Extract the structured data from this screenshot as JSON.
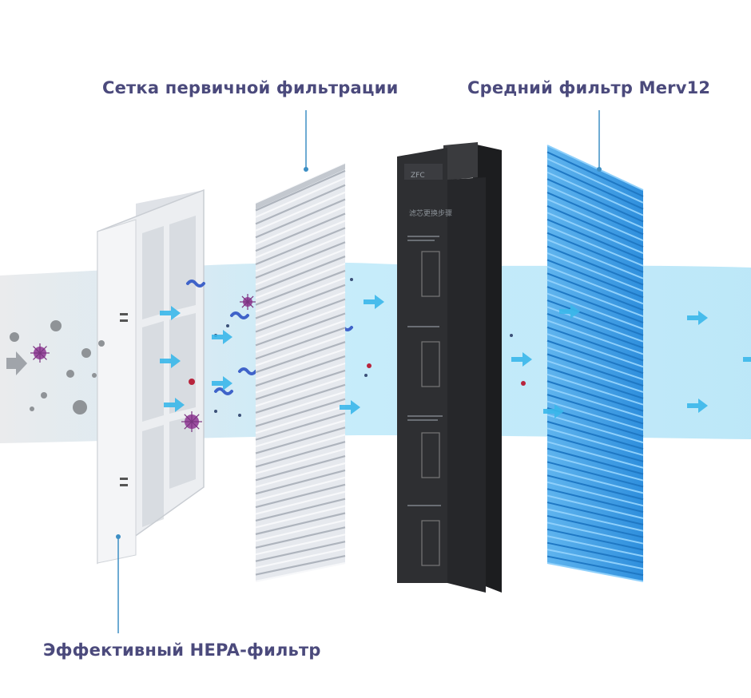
{
  "labels": {
    "primary_mesh": "Сетка первичной фильтрации",
    "medium_filter": "Средний фильтр Merv12",
    "hepa_filter": "Эффективный HEPA-фильтр"
  },
  "panel_text": {
    "header": "滤芯更换步骤",
    "model": "ZFC"
  },
  "colors": {
    "label_text": "#4b4a7c",
    "leader_line": "#3d8fc4",
    "air_stream": "#bfe8f8",
    "arrow": "#3ab7ea",
    "frame": "#eef0f3",
    "pleat_gray": "#d9dde3",
    "pleat_blue": "#3f9ee6",
    "carbon": "#2e2f32"
  }
}
